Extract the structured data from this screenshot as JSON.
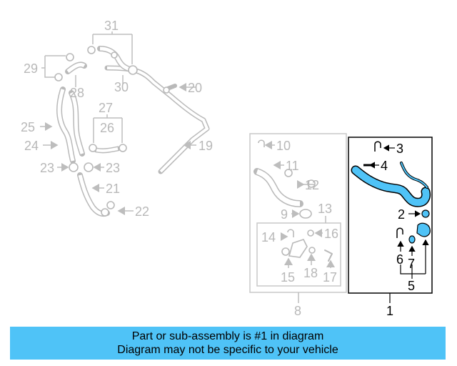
{
  "colors": {
    "banner_bg": "#4fc3f7",
    "highlight_part": "#4fc3f7",
    "faded_part": "#b9b9b9",
    "callout_active": "#000000"
  },
  "callouts": {
    "c1": "1",
    "c2": "2",
    "c3": "3",
    "c4": "4",
    "c5": "5",
    "c6": "6",
    "c7": "7",
    "c8": "8",
    "c9": "9",
    "c10": "10",
    "c11": "11",
    "c12": "12",
    "c13": "13",
    "c14": "14",
    "c15": "15",
    "c16": "16",
    "c17": "17",
    "c18": "18",
    "c19": "19",
    "c20": "20",
    "c21": "21",
    "c22": "22",
    "c23a": "23",
    "c23b": "23",
    "c24": "24",
    "c25": "25",
    "c26": "26",
    "c27": "27",
    "c28": "28",
    "c29": "29",
    "c30": "30",
    "c31": "31"
  },
  "banner": {
    "line1": "Part or sub-assembly is #1 in diagram",
    "line2": "Diagram may not be specific to your vehicle"
  }
}
